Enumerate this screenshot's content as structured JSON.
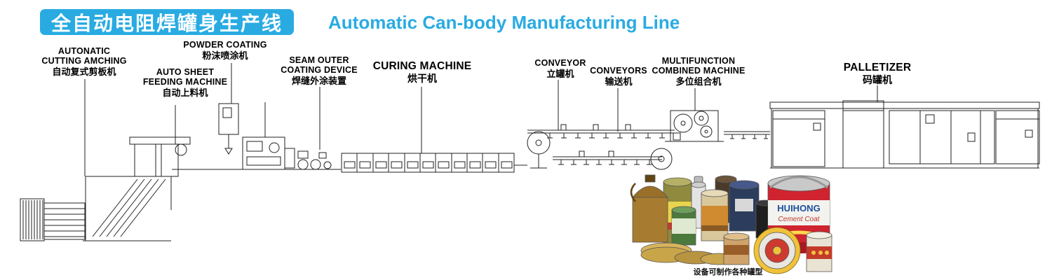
{
  "header": {
    "accent_color": "#29abe2",
    "title_cn": "全自动电阻焊罐身生产线",
    "title_en": "Automatic Can-body Manufacturing Line"
  },
  "labels": {
    "cutting": {
      "en1": "AUTONATIC",
      "en2": "CUTTING AMCHING",
      "cn": "自动复式剪板机"
    },
    "powder": {
      "en1": "POWDER COATING",
      "cn": "粉沫喷涂机"
    },
    "feeding": {
      "en1": "AUTO SHEET",
      "en2": "FEEDING MACHINE",
      "cn": "自动上料机"
    },
    "seam": {
      "en1": "SEAM OUTER",
      "en2": "COATING DEVICE",
      "cn": "焊缝外涂装置"
    },
    "curing": {
      "en1": "CURING MACHINE",
      "cn": "烘干机"
    },
    "conveyor": {
      "en1": "CONVEYOR",
      "cn": "立罐机"
    },
    "conveyors": {
      "en1": "CONVEYORS",
      "cn": "输送机"
    },
    "multifunction": {
      "en1": "MULTIFUNCTION",
      "en2": "COMBINED MACHINE",
      "cn": "多位组合机"
    },
    "palletizer": {
      "en1": "PALLETIZER",
      "cn": "码罐机"
    }
  },
  "cans": {
    "caption": "设备可制作各种罐型",
    "brand": "HUIHONG",
    "brand_sub": "Cement Coat"
  }
}
